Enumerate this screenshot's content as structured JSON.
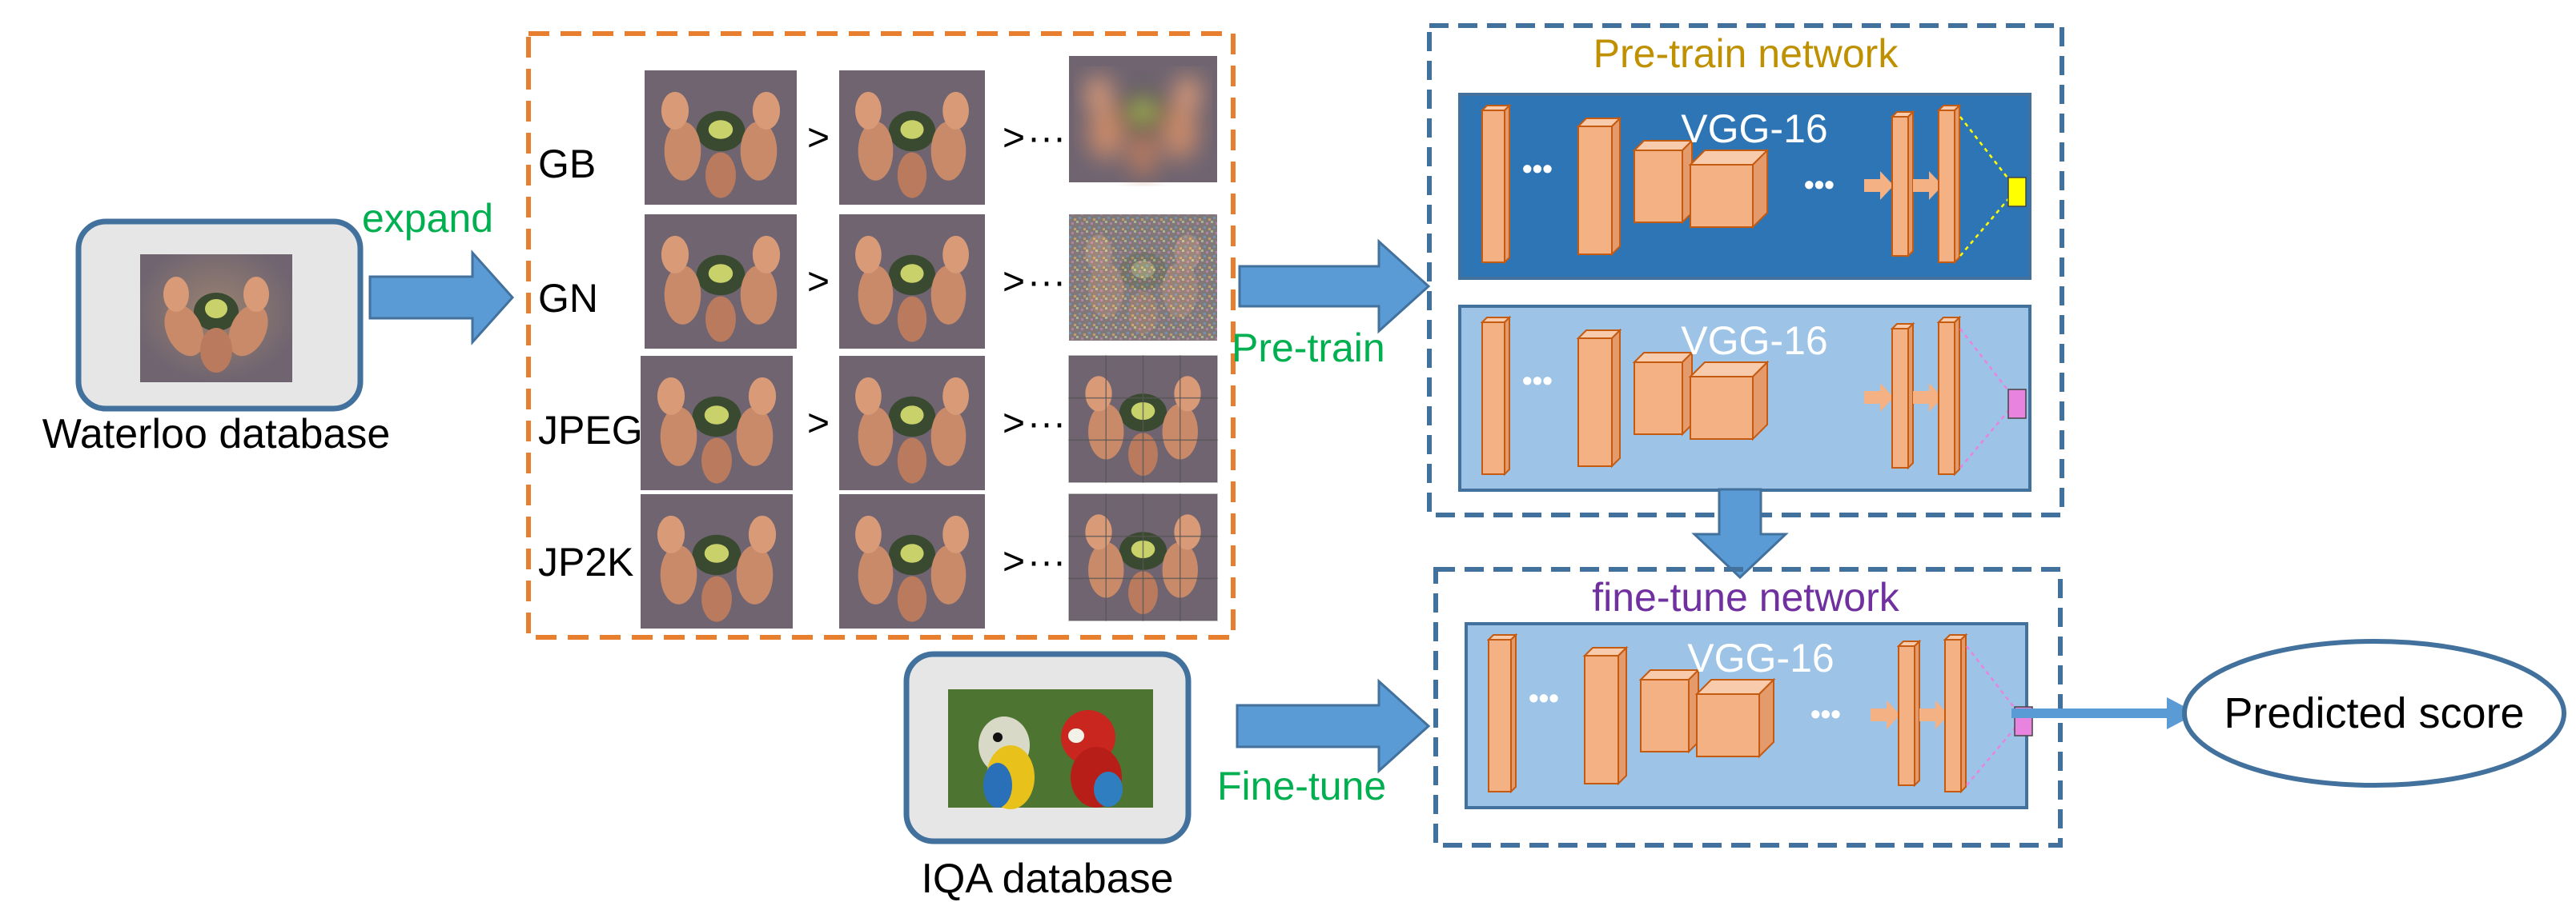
{
  "colors": {
    "orange_box": "#E87F2E",
    "navy_box": "#41719C",
    "arrow_blue": "#5B9BD5",
    "net_dark_bg": "#2E75B6",
    "net_light_bg": "#9DC3E6",
    "layer_fill": "#F4B183",
    "layer_stroke": "#C55A11",
    "green_text": "#00B050",
    "gold_text": "#BF9000",
    "purple_text": "#7030A0",
    "yellow_output": "#FFFF00",
    "pink_output": "#E983E0",
    "db_fill": "#E7E6E6",
    "db_stroke": "#41719C"
  },
  "source": {
    "waterloo_label": "Waterloo database",
    "iqa_label": "IQA database",
    "expand_label": "expand"
  },
  "distortions": {
    "rows": [
      {
        "label": "GB",
        "sep1": ">",
        "sep2": ">",
        "ellipsis": "···"
      },
      {
        "label": "GN",
        "sep1": ">",
        "sep2": ">",
        "ellipsis": "···"
      },
      {
        "label": "JPEG",
        "sep1": ">",
        "sep2": ">",
        "ellipsis": "···"
      },
      {
        "label": "JP2K",
        "sep1": "",
        "sep2": ">",
        "ellipsis": "···"
      }
    ]
  },
  "flow": {
    "pretrain_label": "Pre-train",
    "finetune_label": "Fine-tune"
  },
  "pretrain_network": {
    "title": "Pre-train network",
    "model_label": "VGG-16",
    "model_label_2": "VGG-16",
    "dots": "•••",
    "dots_2": "•••"
  },
  "finetune_network": {
    "title": "fine-tune network",
    "model_label": "VGG-16",
    "dots": "•••",
    "dots_2": "•••"
  },
  "output": {
    "label": "Predicted score"
  }
}
